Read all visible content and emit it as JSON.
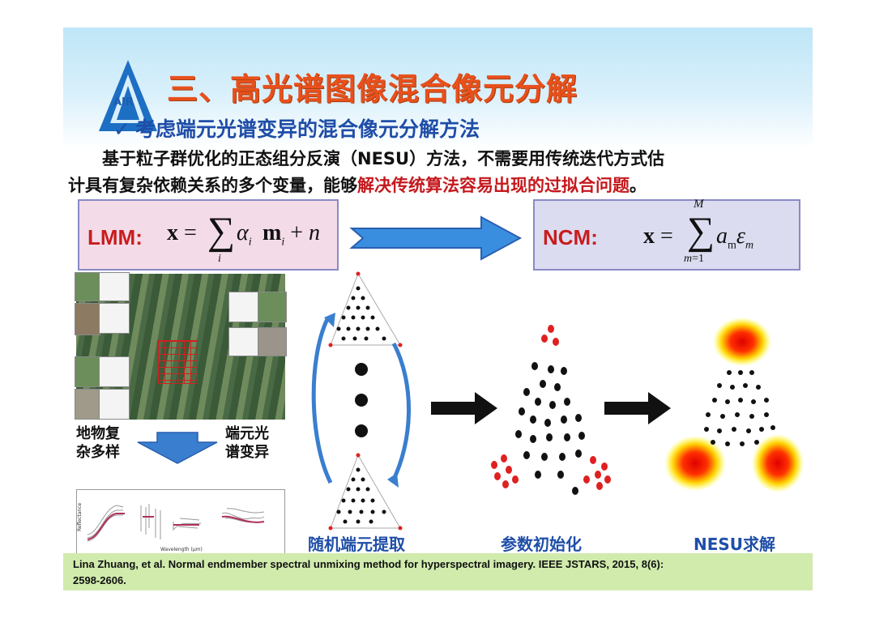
{
  "header": {
    "logo_text": "AIR",
    "title": "三、高光谱图像混合像元分解",
    "subtitle": "考虑端元光谱变异的混合像元分解方法"
  },
  "paragraph": {
    "line1": "基于粒子群优化的正态组分反演（NESU）方法，不需要用传统迭代方式估",
    "line2_plain": "计具有复杂依赖关系的多个变量，能够",
    "line2_red": "解决传统算法容易出现的过拟合问题",
    "line2_end": "。"
  },
  "models": {
    "lmm_label": "LMM:",
    "ncm_label": "NCM:"
  },
  "figure": {
    "left_label_1": "地物复",
    "left_label_2": "杂多样",
    "right_label_1": "端元光",
    "right_label_2": "谱变异",
    "plot_ylabel": "Reflectance",
    "plot_xlabel": "Wavelength (μm)",
    "step1": "随机端元提取",
    "step2": "参数初始化",
    "step3": "NESU求解"
  },
  "reference": {
    "line1": "Lina Zhuang, et al. Normal endmember spectral unmixing method for hyperspectral imagery. IEEE JSTARS, 2015, 8(6):",
    "line2": "2598-2606."
  },
  "colors": {
    "title": "#e8501c",
    "subtitle": "#1f4da8",
    "highlight": "#c5181c",
    "ref_bg": "#d0ebac",
    "arrow_blue": "#3a7ecf"
  }
}
